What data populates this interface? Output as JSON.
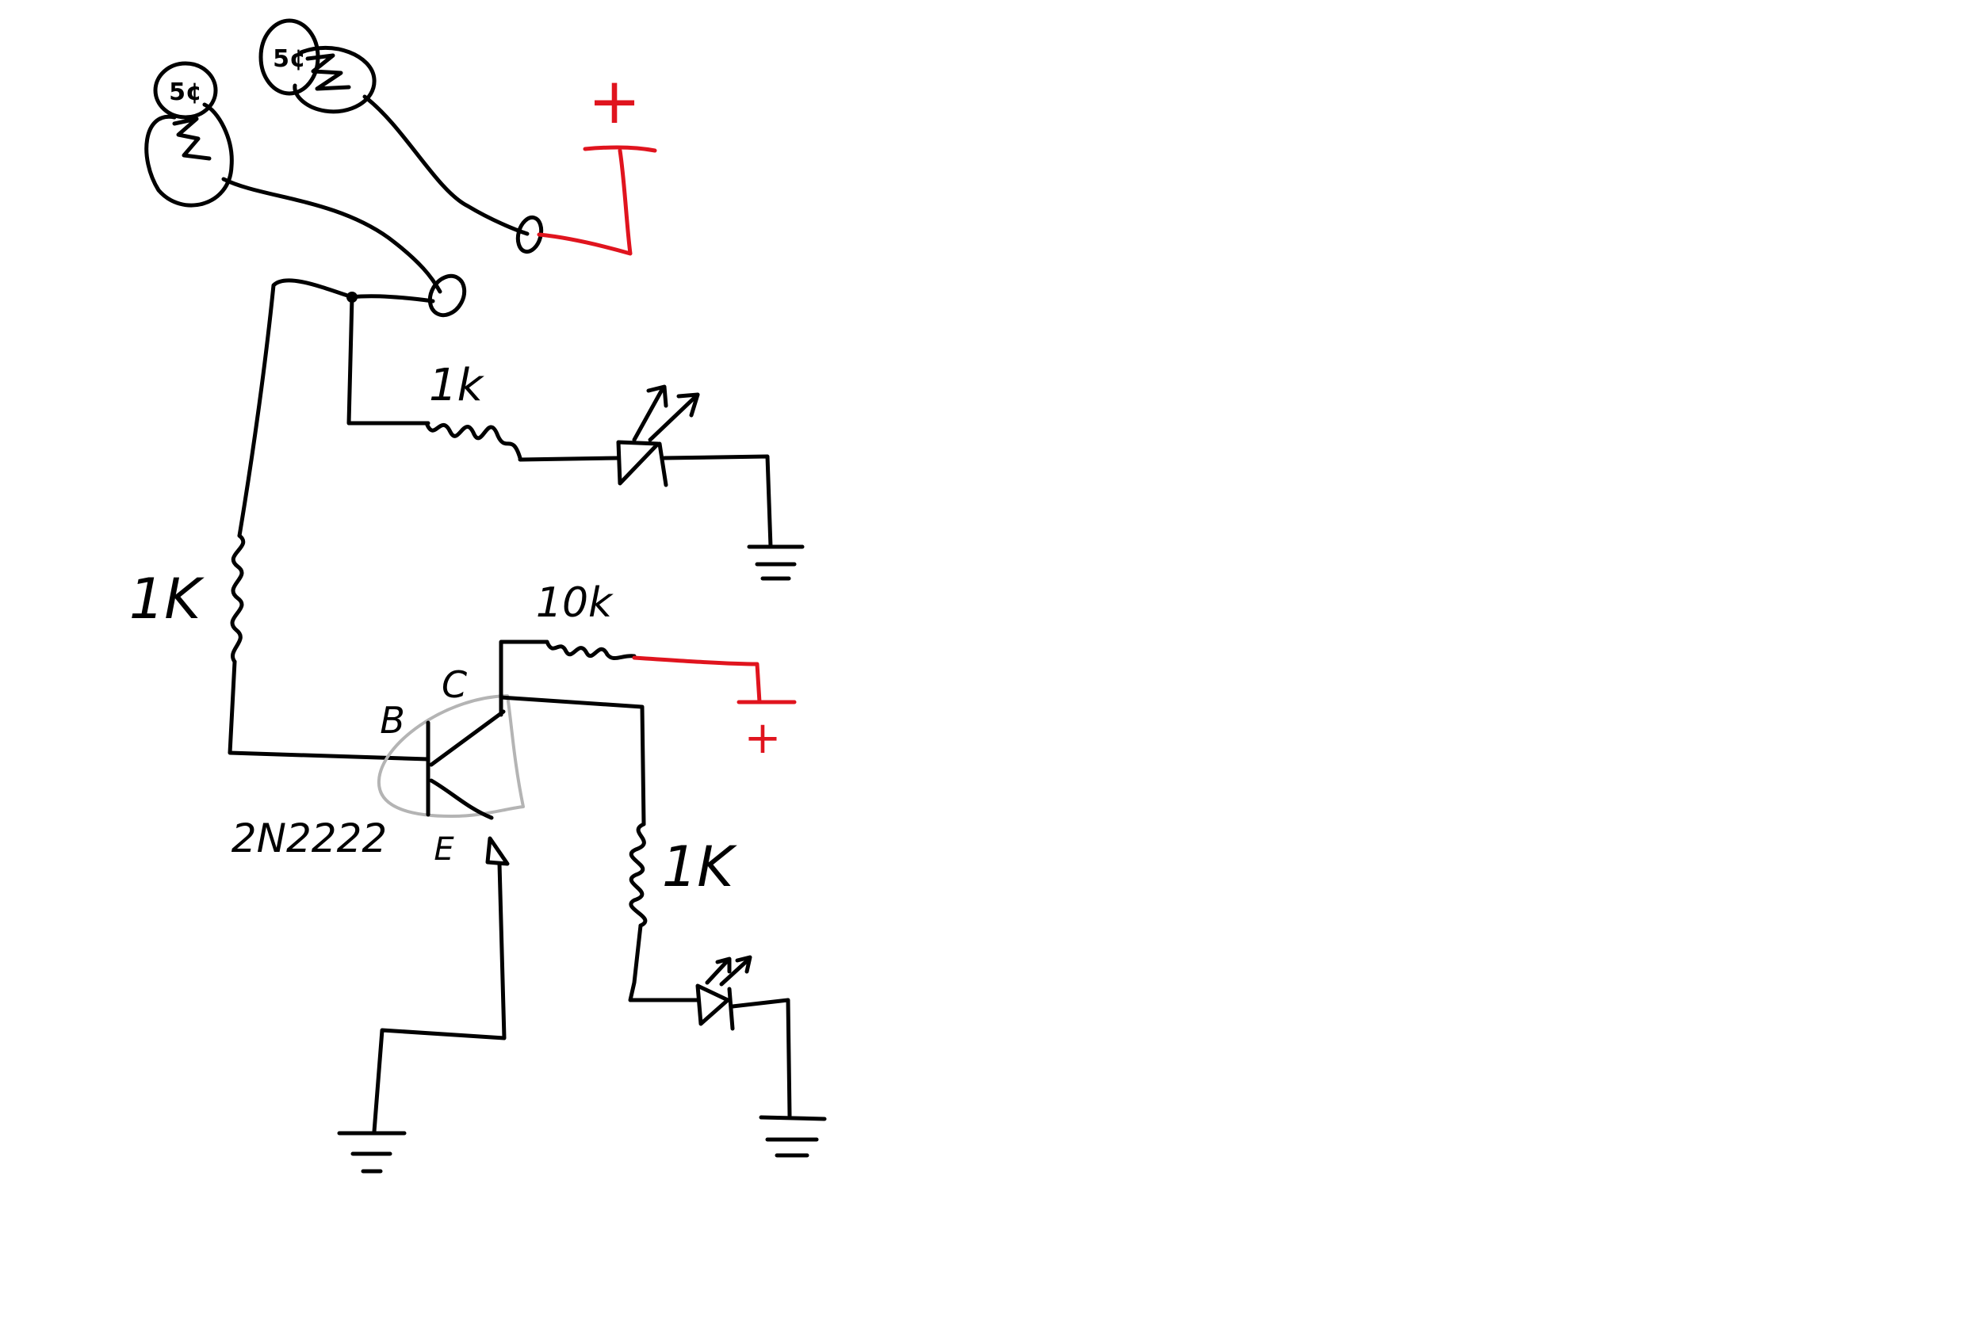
{
  "labels": {
    "coin_a": "5¢",
    "coin_b": "5¢",
    "probe_resistor": "1k",
    "base_resistor": "1K",
    "collector_resistor": "10k",
    "led_resistor": "1K",
    "base_pin": "B",
    "collector_pin": "C",
    "emitter_pin": "E",
    "transistor": "2N2222",
    "supply_plus_top": "+",
    "supply_plus_bottom": "+"
  },
  "colors": {
    "ink": "#000000",
    "supply": "#e0141e",
    "transistor_outline": "#b4b4b4",
    "background": "#ffffff"
  }
}
